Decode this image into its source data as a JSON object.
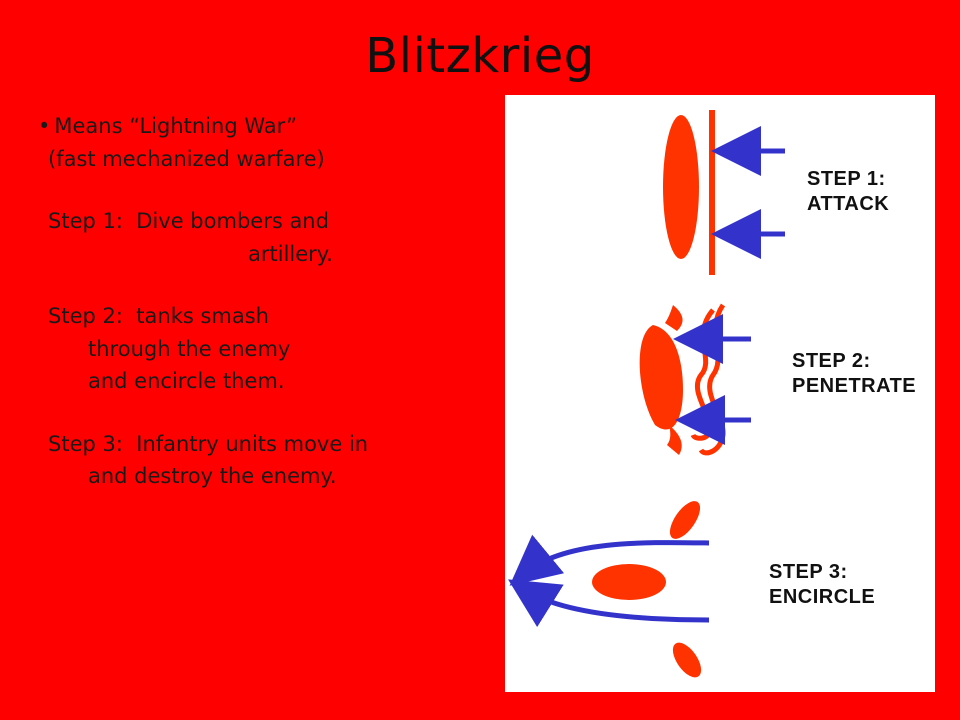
{
  "slide": {
    "title": "Blitzkrieg",
    "lines": {
      "bullet": "Means “Lightning War”",
      "l2": "(fast mechanized warfare)",
      "s1a": "Step 1:  Dive bombers and",
      "s1b": "artillery.",
      "s2a": "Step 2:  tanks smash",
      "s2b": "through the enemy",
      "s2c": "and encircle them.",
      "s3a": "Step 3:  Infantry units move in",
      "s3b": "and destroy the enemy."
    }
  },
  "diagram": {
    "step1": {
      "line1": "STEP 1:",
      "line2": "ATTACK"
    },
    "step2": {
      "line1": "STEP 2:",
      "line2": "PENETRATE"
    },
    "step3": {
      "line1": "STEP 3:",
      "line2": "ENCIRCLE"
    }
  },
  "colors": {
    "background": "#ff0000",
    "panel": "#ffffff",
    "force_shape": "#ff3300",
    "arrow": "#3333cc"
  },
  "icons": [
    "arrow-icon",
    "enemy-line-icon",
    "enemy-force-icon"
  ]
}
